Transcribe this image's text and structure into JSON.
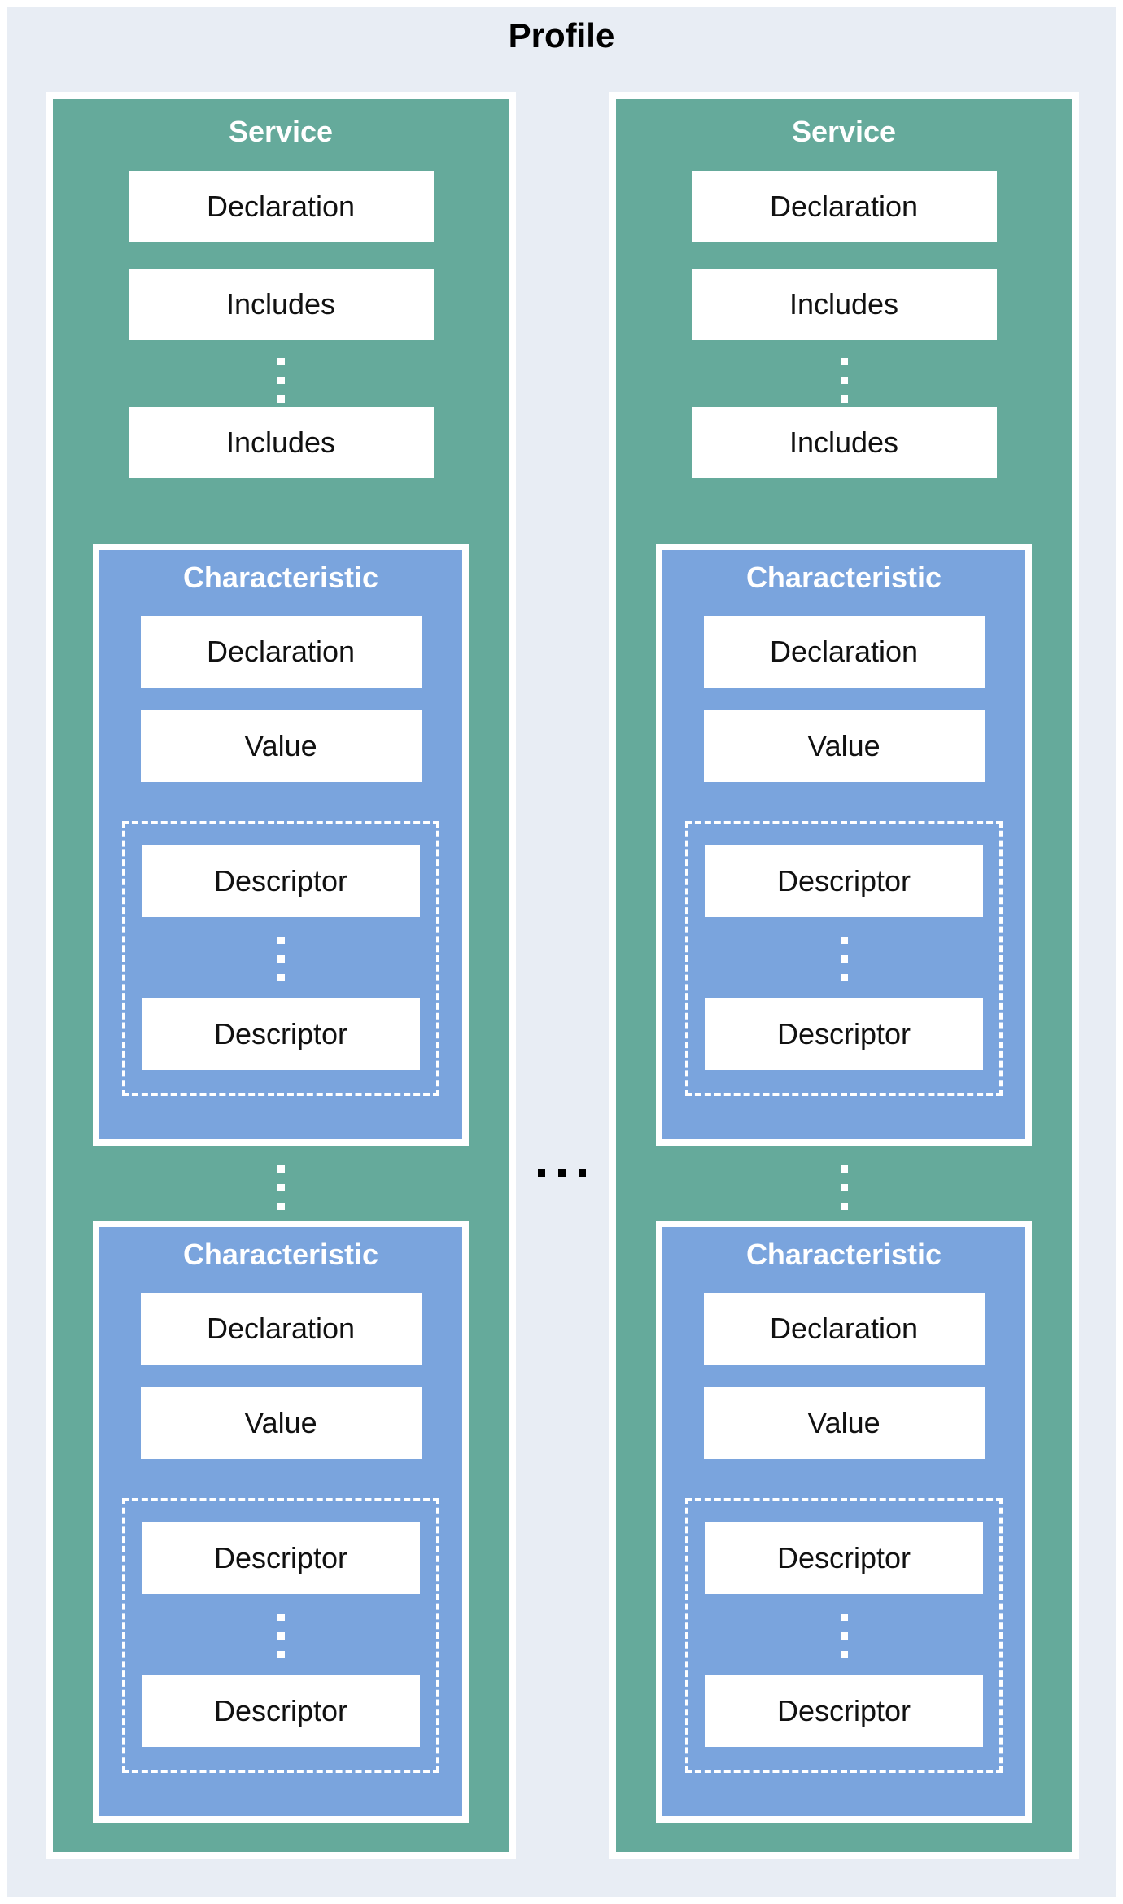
{
  "title": "Profile",
  "colors": {
    "background": "#e8edf4",
    "page_border": "#ffffff",
    "service_fill": "#65aa9b",
    "characteristic_fill": "#7aa4dd",
    "box_fill": "#ffffff",
    "box_text": "#111111",
    "header_text": "#ffffff",
    "title_text": "#000000"
  },
  "services": [
    {
      "header": "Service",
      "declaration": "Declaration",
      "includes_top": "Includes",
      "includes_bottom": "Includes",
      "characteristics": [
        {
          "header": "Characteristic",
          "declaration": "Declaration",
          "value": "Value",
          "descriptor_top": "Descriptor",
          "descriptor_bottom": "Descriptor"
        },
        {
          "header": "Characteristic",
          "declaration": "Declaration",
          "value": "Value",
          "descriptor_top": "Descriptor",
          "descriptor_bottom": "Descriptor"
        }
      ]
    },
    {
      "header": "Service",
      "declaration": "Declaration",
      "includes_top": "Includes",
      "includes_bottom": "Includes",
      "characteristics": [
        {
          "header": "Characteristic",
          "declaration": "Declaration",
          "value": "Value",
          "descriptor_top": "Descriptor",
          "descriptor_bottom": "Descriptor"
        },
        {
          "header": "Characteristic",
          "declaration": "Declaration",
          "value": "Value",
          "descriptor_top": "Descriptor",
          "descriptor_bottom": "Descriptor"
        }
      ]
    }
  ]
}
